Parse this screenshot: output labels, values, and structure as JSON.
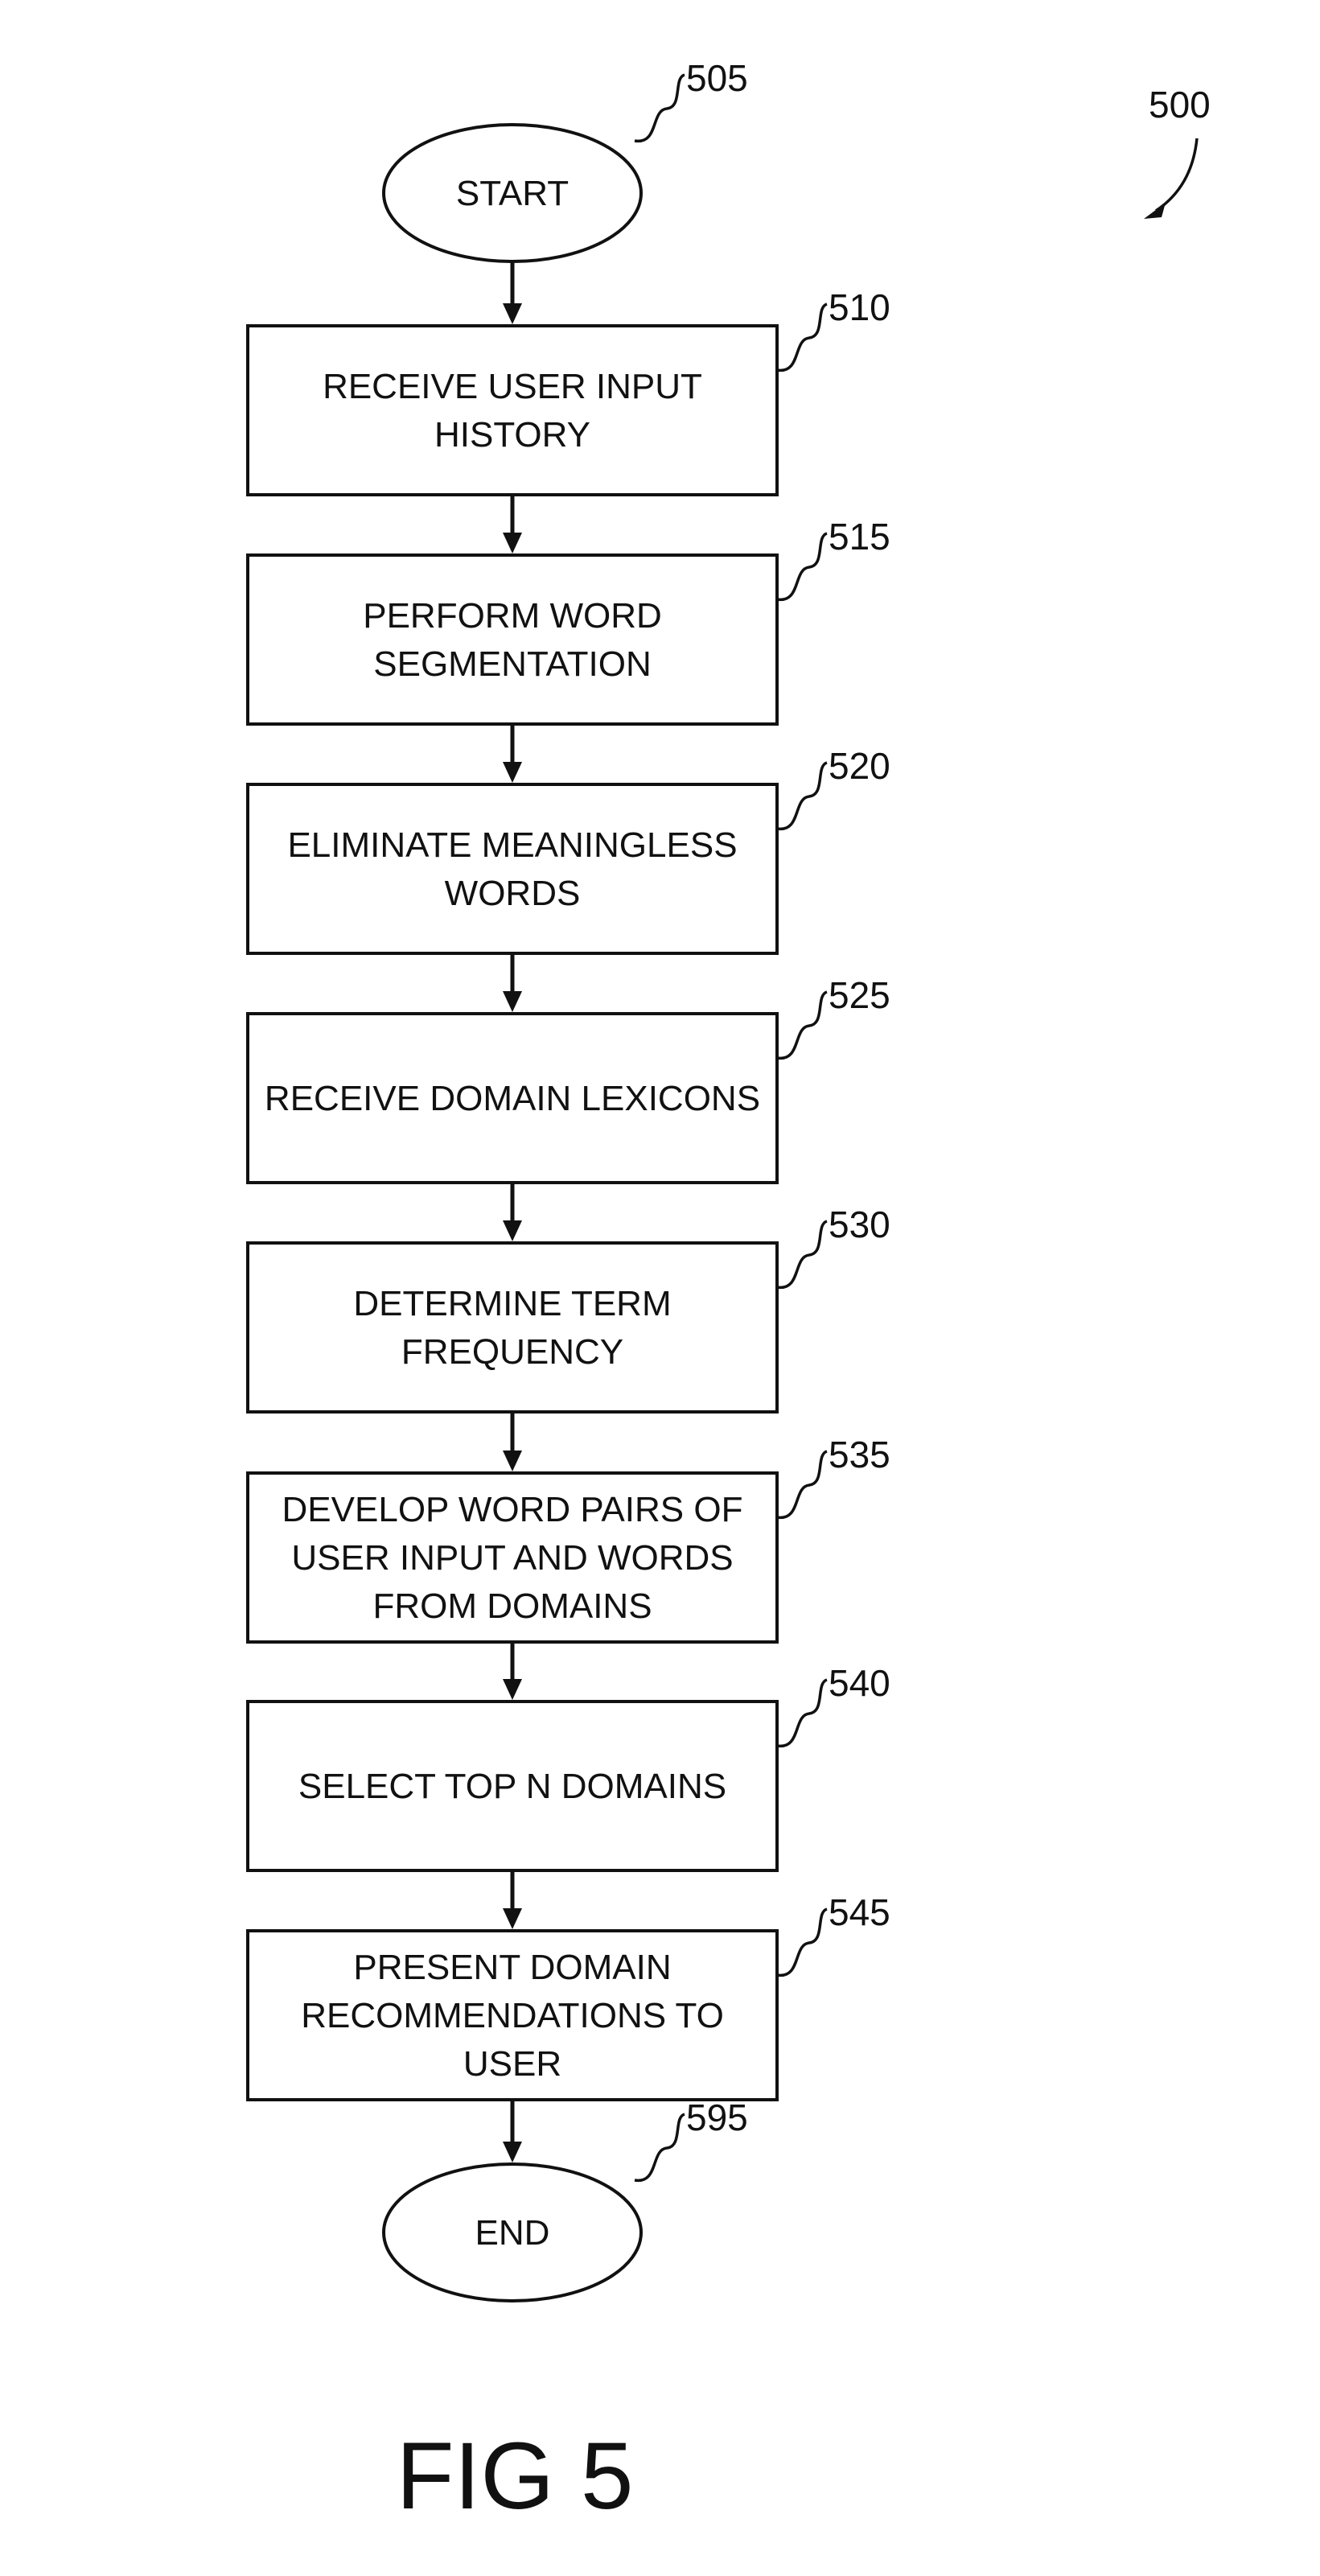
{
  "figure": {
    "ref": "500",
    "caption": "FIG 5"
  },
  "nodes": [
    {
      "id": "start",
      "shape": "terminal",
      "ref": "505",
      "lines": [
        "START"
      ]
    },
    {
      "id": "receive-user-input-history",
      "shape": "process",
      "ref": "510",
      "lines": [
        "RECEIVE USER INPUT",
        "HISTORY"
      ]
    },
    {
      "id": "perform-word-segmentation",
      "shape": "process",
      "ref": "515",
      "lines": [
        "PERFORM WORD",
        "SEGMENTATION"
      ]
    },
    {
      "id": "eliminate-meaningless-words",
      "shape": "process",
      "ref": "520",
      "lines": [
        "ELIMINATE MEANINGLESS",
        "WORDS"
      ]
    },
    {
      "id": "receive-domain-lexicons",
      "shape": "process",
      "ref": "525",
      "lines": [
        "RECEIVE DOMAIN LEXICONS"
      ]
    },
    {
      "id": "determine-term-frequency",
      "shape": "process",
      "ref": "530",
      "lines": [
        "DETERMINE TERM",
        "FREQUENCY"
      ]
    },
    {
      "id": "develop-word-pairs",
      "shape": "process",
      "ref": "535",
      "lines": [
        "DEVELOP WORD PAIRS OF",
        "USER INPUT AND WORDS",
        "FROM DOMAINS"
      ]
    },
    {
      "id": "select-top-n-domains",
      "shape": "process",
      "ref": "540",
      "lines": [
        "SELECT TOP N DOMAINS"
      ]
    },
    {
      "id": "present-domain-recommendations",
      "shape": "process",
      "ref": "545",
      "lines": [
        "PRESENT DOMAIN",
        "RECOMMENDATIONS TO",
        "USER"
      ]
    },
    {
      "id": "end",
      "shape": "terminal",
      "ref": "595",
      "lines": [
        "END"
      ]
    }
  ],
  "edges": [
    {
      "from": "start",
      "to": "receive-user-input-history"
    },
    {
      "from": "receive-user-input-history",
      "to": "perform-word-segmentation"
    },
    {
      "from": "perform-word-segmentation",
      "to": "eliminate-meaningless-words"
    },
    {
      "from": "eliminate-meaningless-words",
      "to": "receive-domain-lexicons"
    },
    {
      "from": "receive-domain-lexicons",
      "to": "determine-term-frequency"
    },
    {
      "from": "determine-term-frequency",
      "to": "develop-word-pairs"
    },
    {
      "from": "develop-word-pairs",
      "to": "select-top-n-domains"
    },
    {
      "from": "select-top-n-domains",
      "to": "present-domain-recommendations"
    },
    {
      "from": "present-domain-recommendations",
      "to": "end"
    }
  ]
}
